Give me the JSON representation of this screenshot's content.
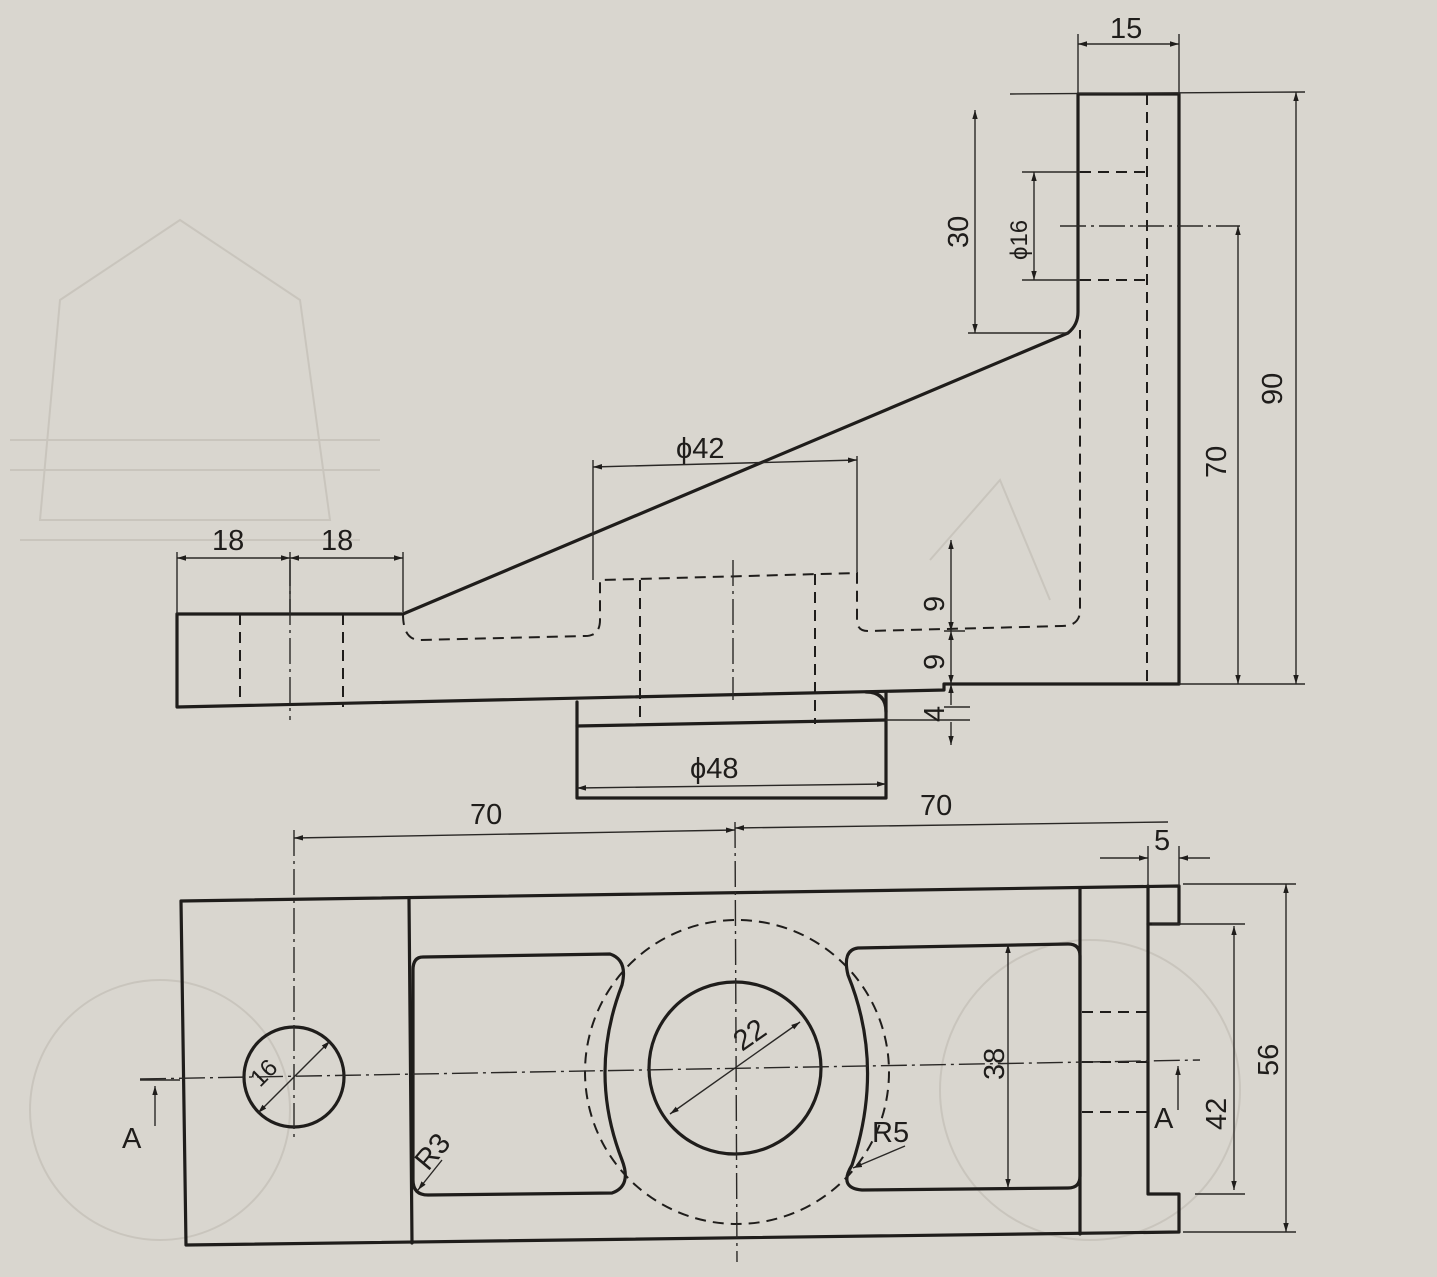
{
  "drawing": {
    "type": "orthographic-projection",
    "views": [
      "front-section",
      "top-plan"
    ]
  },
  "dimensions": {
    "base_left_step_1": "18",
    "base_left_step_2": "18",
    "bore_diameter_upper": "ϕ42",
    "flange_diameter": "ϕ48",
    "upright_width": "15",
    "hole_diameter_upright": "ϕ16",
    "upright_hole_height": "30",
    "upright_to_base": "70",
    "total_height": "90",
    "recess_depth": "9",
    "base_thickness": "9",
    "flange_thickness": "4",
    "plan_left_offset": "70",
    "plan_right_offset": "70",
    "slot_step": "5",
    "hole_diameter_plan": "16",
    "boss_diameter": "22",
    "pocket_width": "38",
    "plan_total_width": "56",
    "slot_width": "42",
    "fillet_small": "R3",
    "fillet_large": "R5",
    "section_mark_left": "A",
    "section_mark_right": "A"
  }
}
